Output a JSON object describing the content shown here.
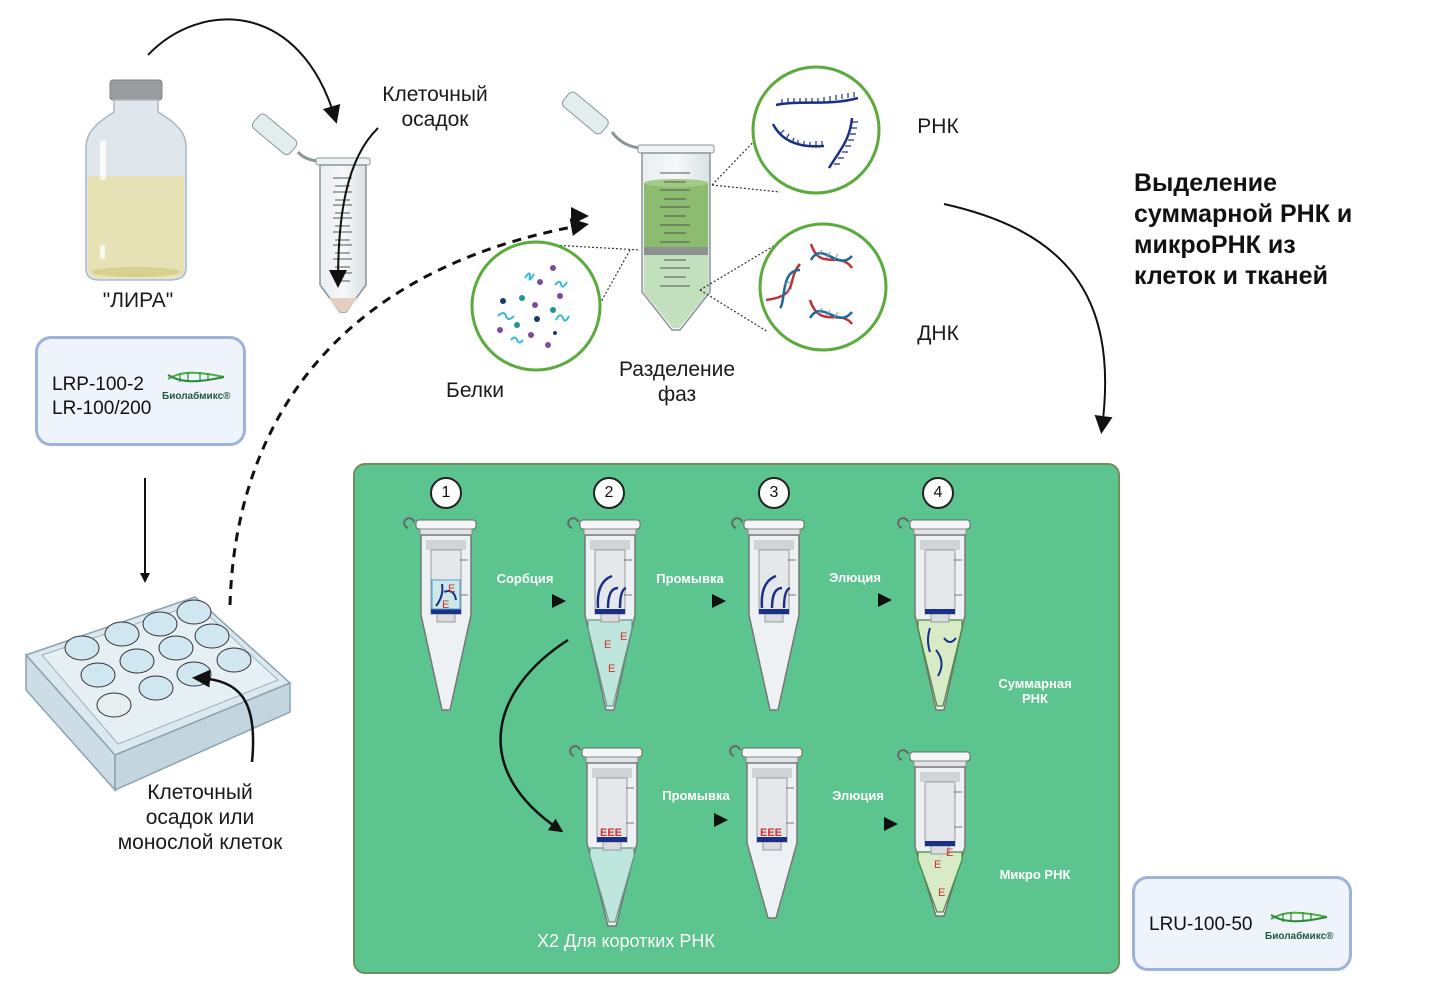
{
  "title": "Выделение\nсуммарной РНК  и\nмикроРНК из\nклеток и тканей",
  "labels": {
    "reagent": "\"ЛИРА\"",
    "pellet_top": "Клеточный\nосадок",
    "proteins": "Белки",
    "phase_separation": "Разделение\nфаз",
    "rna": "РНК",
    "dna": "ДНК",
    "cell_source": "Клеточный\nосадок или\nмонослой клеток"
  },
  "kits": [
    {
      "codes": "LRP-100-2\nLR-100/200",
      "brand": "Биолабмикс®"
    },
    {
      "codes": "LRU-100-50",
      "brand": "Биолабмикс®"
    }
  ],
  "workflow": {
    "steps": [
      "1",
      "2",
      "3",
      "4"
    ],
    "arrows_top": [
      "Сорбция",
      "Промывка",
      "Элюция"
    ],
    "arrows_bottom": [
      "Промывка",
      "Элюция"
    ],
    "result_total": "Суммарная\nРНК",
    "result_micro": "Микро РНК",
    "note": "X2  Для коротких  РНК"
  },
  "colors": {
    "panel": "#5bc48f",
    "circle": "#5aaa3c",
    "rna": "#1a2f86",
    "mirna": "#d03030",
    "kit_bg": "#eef3fc",
    "kit_border": "#9db3d8"
  }
}
